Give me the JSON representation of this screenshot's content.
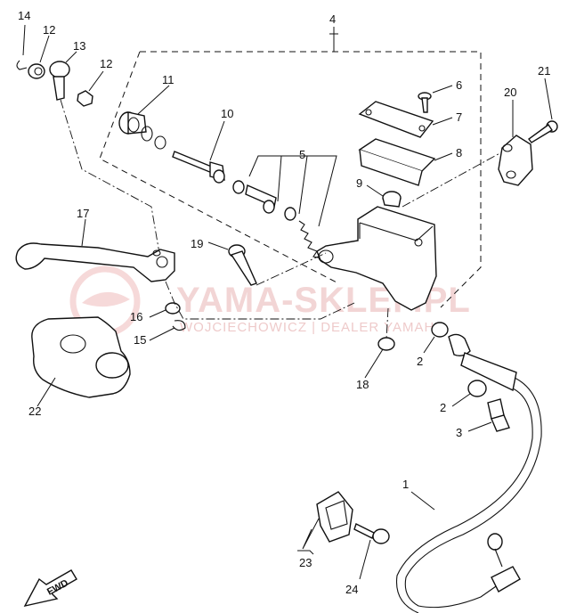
{
  "watermark": {
    "main": "YAMA-SKLEP.PL",
    "sub": "WOJCIECHOWICZ | DEALER YAMAHA"
  },
  "fwd_label": "FWD",
  "callouts": [
    {
      "id": "14",
      "label": "14"
    },
    {
      "id": "12a",
      "label": "12"
    },
    {
      "id": "13",
      "label": "13"
    },
    {
      "id": "12b",
      "label": "12"
    },
    {
      "id": "11",
      "label": "11"
    },
    {
      "id": "10",
      "label": "10"
    },
    {
      "id": "4",
      "label": "4"
    },
    {
      "id": "6",
      "label": "6"
    },
    {
      "id": "7",
      "label": "7"
    },
    {
      "id": "8",
      "label": "8"
    },
    {
      "id": "5",
      "label": "5"
    },
    {
      "id": "9",
      "label": "9"
    },
    {
      "id": "20",
      "label": "20"
    },
    {
      "id": "21",
      "label": "21"
    },
    {
      "id": "17",
      "label": "17"
    },
    {
      "id": "19",
      "label": "19"
    },
    {
      "id": "16",
      "label": "16"
    },
    {
      "id": "15",
      "label": "15"
    },
    {
      "id": "22",
      "label": "22"
    },
    {
      "id": "18",
      "label": "18"
    },
    {
      "id": "2a",
      "label": "2"
    },
    {
      "id": "2b",
      "label": "2"
    },
    {
      "id": "3",
      "label": "3"
    },
    {
      "id": "1",
      "label": "1"
    },
    {
      "id": "23",
      "label": "23"
    },
    {
      "id": "24",
      "label": "24"
    }
  ]
}
